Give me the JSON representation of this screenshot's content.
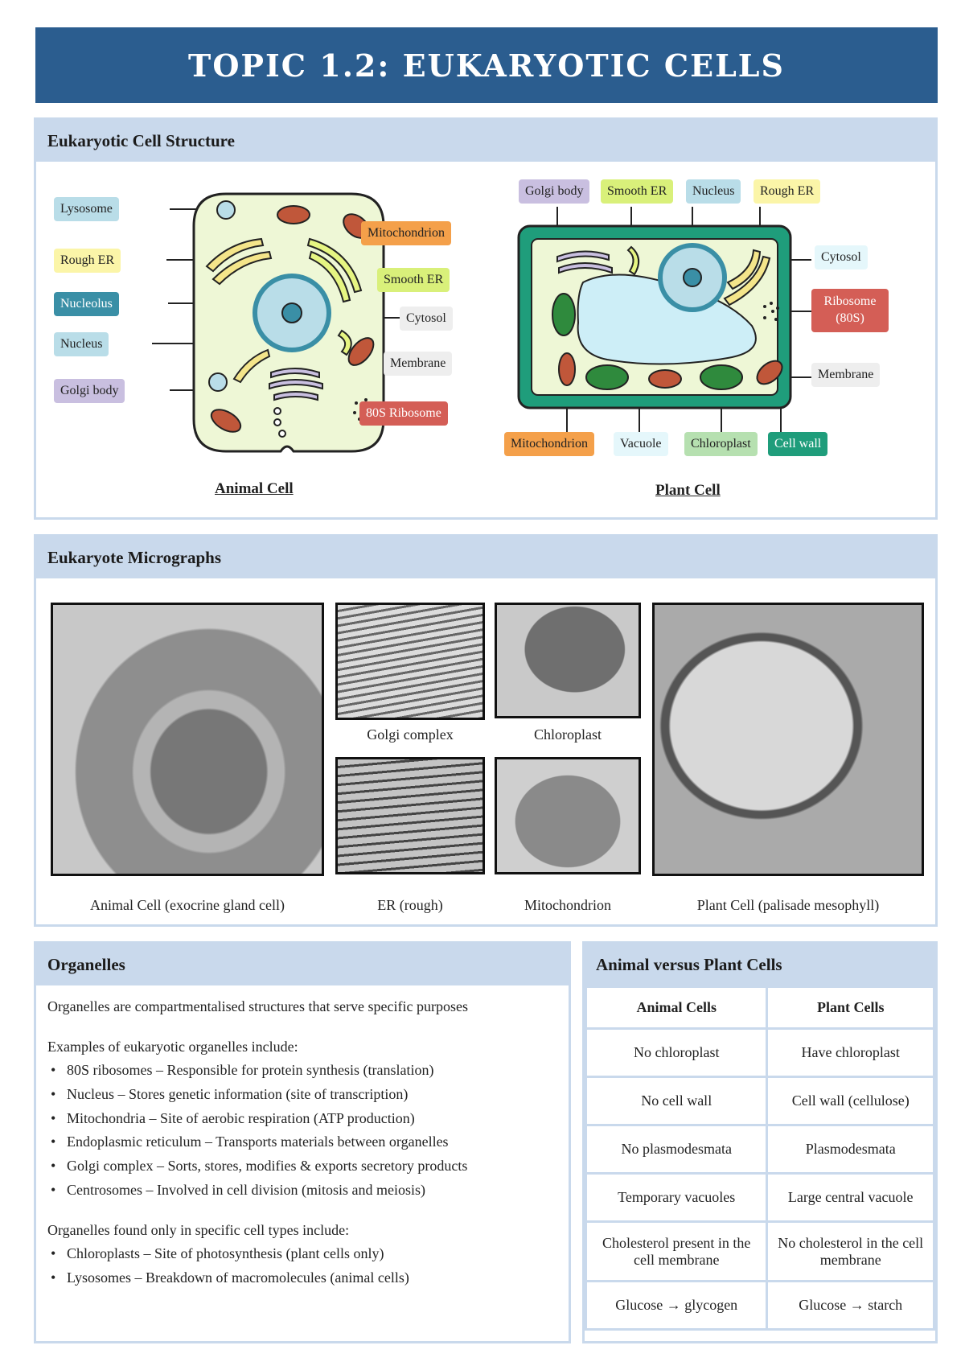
{
  "banner": {
    "title": "TOPIC 1.2:  EUKARYOTIC CELLS"
  },
  "structure": {
    "heading": "Eukaryotic Cell Structure",
    "animal": {
      "title": "Animal Cell",
      "labels": {
        "lysosome": "Lysosome",
        "rough_er": "Rough ER",
        "nucleolus": "Nucleolus",
        "nucleus": "Nucleus",
        "golgi": "Golgi body",
        "mitochondrion": "Mitochondrion",
        "smooth_er": "Smooth ER",
        "cytosol": "Cytosol",
        "membrane": "Membrane",
        "ribosome": "80S Ribosome"
      }
    },
    "plant": {
      "title": "Plant Cell",
      "labels": {
        "golgi": "Golgi body",
        "smooth_er": "Smooth ER",
        "nucleus": "Nucleus",
        "rough_er": "Rough ER",
        "cytosol": "Cytosol",
        "ribosome": "Ribosome (80S)",
        "membrane": "Membrane",
        "mitochondrion": "Mitochondrion",
        "vacuole": "Vacuole",
        "chloroplast": "Chloroplast",
        "cell_wall": "Cell wall"
      }
    }
  },
  "micrographs": {
    "heading": "Eukaryote Micrographs",
    "captions": {
      "animal": "Animal Cell (exocrine gland cell)",
      "golgi": "Golgi complex",
      "chloroplast": "Chloroplast",
      "er": "ER (rough)",
      "mito": "Mitochondrion",
      "plant": "Plant Cell (palisade mesophyll)"
    }
  },
  "organelles": {
    "heading": "Organelles",
    "intro": "Organelles are compartmentalised structures that serve specific purposes",
    "examples_intro": "Examples of eukaryotic organelles include:",
    "examples": [
      "80S ribosomes – Responsible for protein synthesis (translation)",
      "Nucleus – Stores genetic information (site of transcription)",
      "Mitochondria – Site of aerobic respiration (ATP production)",
      "Endoplasmic reticulum – Transports materials between organelles",
      "Golgi complex – Sorts, stores, modifies & exports secretory products",
      "Centrosomes – Involved in cell division (mitosis and meiosis)"
    ],
    "specific_intro": "Organelles found only in specific cell types include:",
    "specific": [
      "Chloroplasts – Site of photosynthesis (plant cells only)",
      "Lysosomes – Breakdown of macromolecules (animal cells)"
    ]
  },
  "comparison": {
    "heading": "Animal versus Plant Cells",
    "col_animal": "Animal Cells",
    "col_plant": "Plant Cells",
    "rows": [
      [
        "No chloroplast",
        "Have chloroplast"
      ],
      [
        "No cell wall",
        "Cell wall (cellulose)"
      ],
      [
        "No plasmodesmata",
        "Plasmodesmata"
      ],
      [
        "Temporary vacuoles",
        "Large central vacuole"
      ],
      [
        "Cholesterol present in the cell membrane",
        "No cholesterol in the cell membrane"
      ],
      [
        "Glucose → glycogen",
        "Glucose → starch"
      ]
    ]
  }
}
